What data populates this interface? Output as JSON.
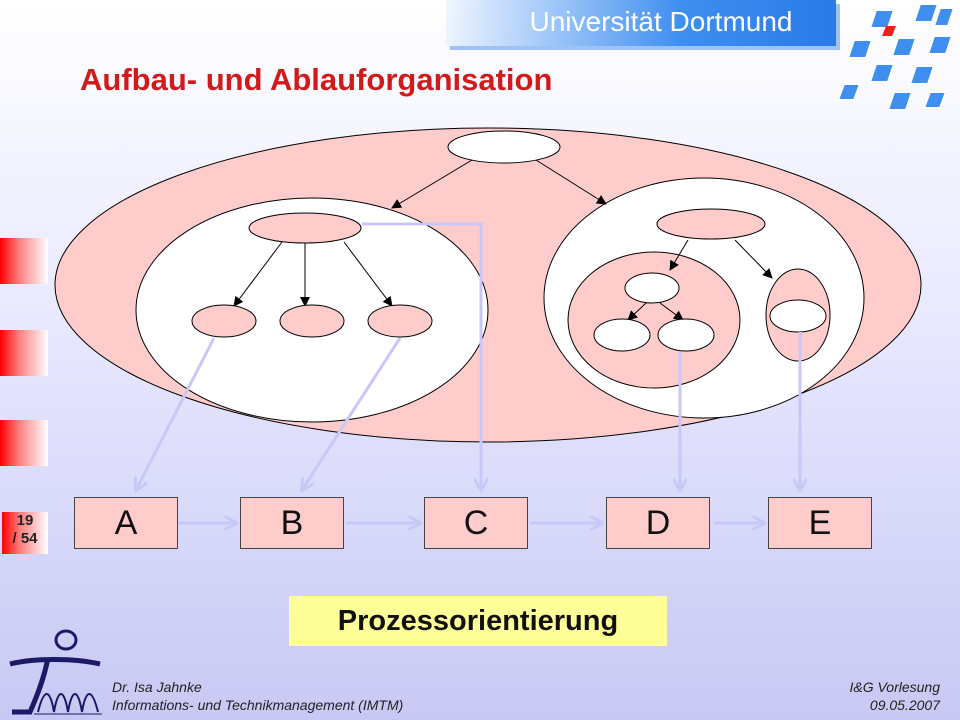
{
  "header": {
    "university": "Universität Dortmund",
    "title": "Aufbau- und Ablauforganisation"
  },
  "process_steps": [
    "A",
    "B",
    "C",
    "D",
    "E"
  ],
  "highlight_label": "Prozessorientierung",
  "page": {
    "current": "19",
    "total": "/ 54"
  },
  "footer": {
    "author": "Dr. Isa Jahnke",
    "institute": "Informations- und Technikmanagement (IMTM)",
    "course": "I&G Vorlesung",
    "date": "09.05.2007"
  },
  "colors": {
    "title_red": "#d11a1a",
    "organisation_fill": "#ffcccc",
    "flow_line": "#c8c8f8",
    "highlight": "#ffff99",
    "banner_blue": "#3f8ff0"
  }
}
